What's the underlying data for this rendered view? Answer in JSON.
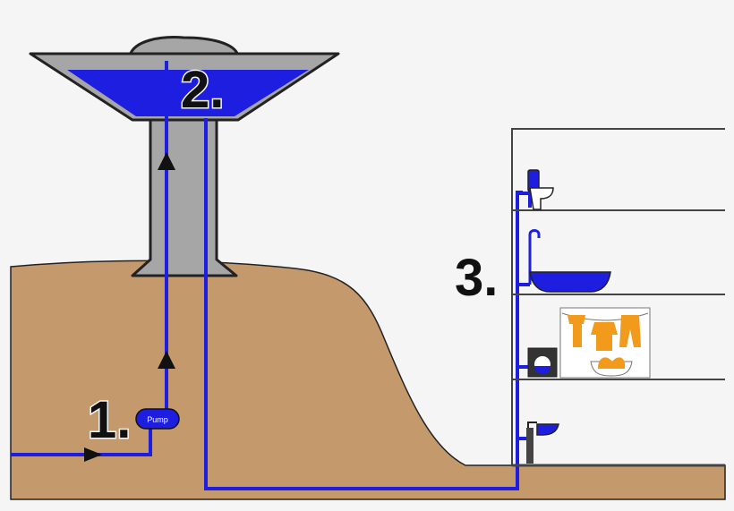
{
  "steps": {
    "one": "1.",
    "two": "2.",
    "three": "3."
  },
  "pump": {
    "label": "Pump"
  },
  "colors": {
    "background": "#f5f5f5",
    "ground": "#c49a6c",
    "water": "#1e1ee0",
    "pipe": "#1e1ee0",
    "tower": "#a6a6a6",
    "outline": "#222222",
    "laundry": "#f29a1c"
  }
}
